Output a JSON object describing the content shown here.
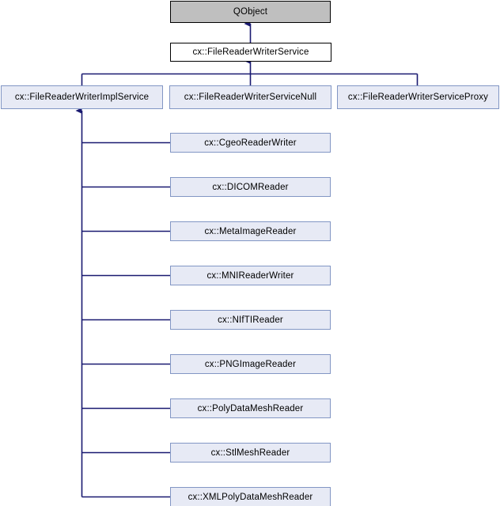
{
  "diagram": {
    "type": "class-inheritance-graph",
    "title": "cx::FileReaderWriterService inheritance diagram",
    "colors": {
      "root_fill": "#bfbfbf",
      "root_border": "#000000",
      "base_fill": "#ffffff",
      "base_border": "#000000",
      "derived_fill": "#e7eaf5",
      "derived_border": "#8296c4",
      "edge": "#191970",
      "background": "#ffffff"
    },
    "nodes": {
      "root": {
        "label": "QObject"
      },
      "base": {
        "label": "cx::FileReaderWriterService"
      },
      "level3": [
        {
          "label": "cx::FileReaderWriterImplService"
        },
        {
          "label": "cx::FileReaderWriterServiceNull"
        },
        {
          "label": "cx::FileReaderWriterServiceProxy"
        }
      ],
      "level4": [
        {
          "label": "cx::CgeoReaderWriter"
        },
        {
          "label": "cx::DICOMReader"
        },
        {
          "label": "cx::MetaImageReader"
        },
        {
          "label": "cx::MNIReaderWriter"
        },
        {
          "label": "cx::NIfTIReader"
        },
        {
          "label": "cx::PNGImageReader"
        },
        {
          "label": "cx::PolyDataMeshReader"
        },
        {
          "label": "cx::StlMeshReader"
        },
        {
          "label": "cx::XMLPolyDataMeshReader"
        }
      ]
    }
  }
}
